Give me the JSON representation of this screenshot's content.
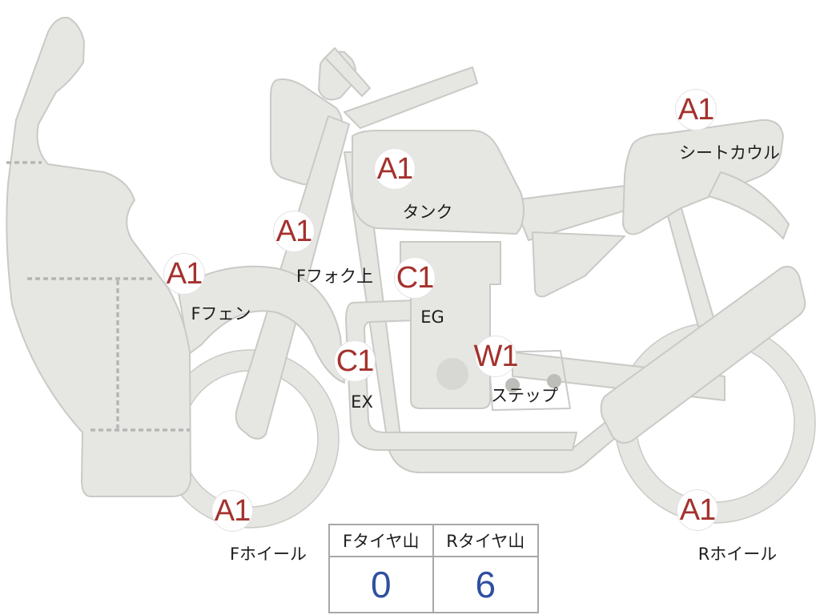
{
  "colors": {
    "body_fill": "#e6e6e3",
    "body_stroke": "#c9c9c6",
    "grade_text": "#a4322e",
    "value_text": "#2f4fa0",
    "dash": "#b5b5b5"
  },
  "parts": [
    {
      "id": "seat",
      "grade": "A1",
      "label": "シートカウル"
    },
    {
      "id": "tank",
      "grade": "A1",
      "label": "タンク"
    },
    {
      "id": "ffork",
      "grade": "A1",
      "label": "Fフォク上"
    },
    {
      "id": "ffender",
      "grade": "A1",
      "label": "Fフェン"
    },
    {
      "id": "eg",
      "grade": "C1",
      "label": "EG"
    },
    {
      "id": "ex",
      "grade": "C1",
      "label": "EX"
    },
    {
      "id": "step",
      "grade": "W1",
      "label": "ステップ"
    },
    {
      "id": "fwheel",
      "grade": "A1",
      "label": "Fホイール"
    },
    {
      "id": "rwheel",
      "grade": "A1",
      "label": "Rホイール"
    }
  ],
  "tread": {
    "front_label": "Fタイヤ山",
    "rear_label": "Rタイヤ山",
    "front_value": "0",
    "rear_value": "6"
  }
}
